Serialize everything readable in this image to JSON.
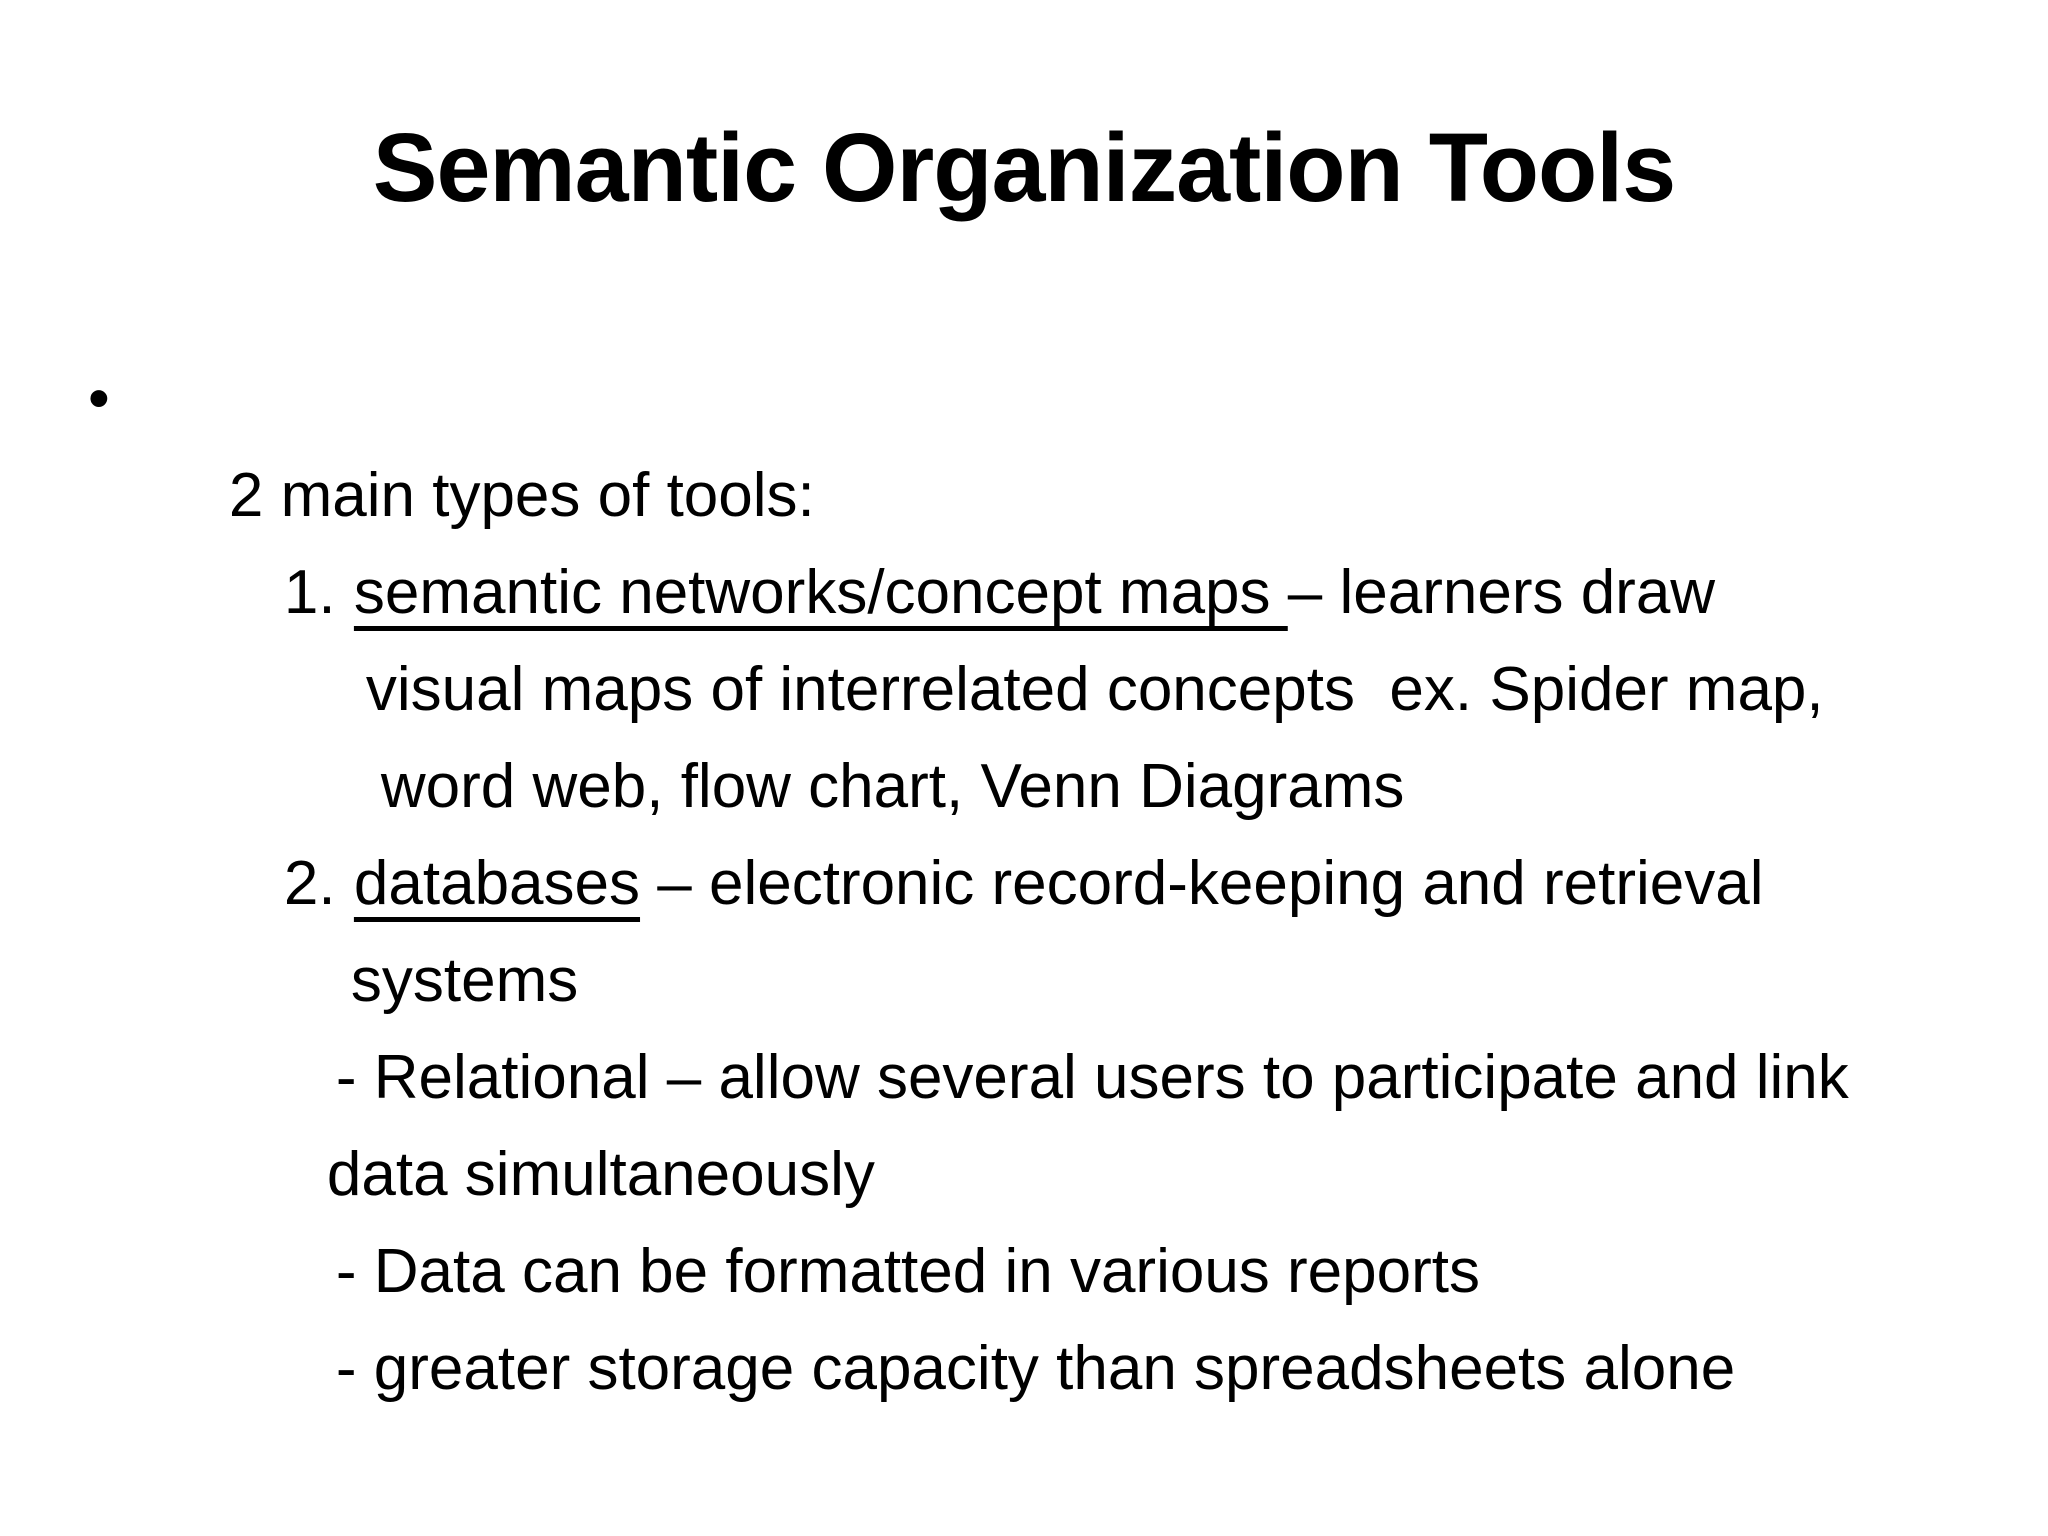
{
  "slide": {
    "title": "Semantic Organization Tools",
    "bullet": {
      "marker": "•",
      "text": "2 main types of tools:"
    },
    "item1": {
      "number": "1.",
      "term": "semantic networks/concept maps ",
      "after_term": "– learners draw",
      "line2": "visual maps of interrelated concepts  ex. Spider map,",
      "line3": "word web, flow chart, Venn Diagrams"
    },
    "item2": {
      "number": "2.",
      "term": "databases",
      "after_term": " – electronic record-keeping and retrieval",
      "line2": "systems",
      "sub1_line1": "- Relational – allow several users to participate and link",
      "sub1_line2": "data simultaneously",
      "sub2": "- Data can be formatted in various reports",
      "sub3": "- greater storage capacity than spreadsheets alone"
    }
  }
}
